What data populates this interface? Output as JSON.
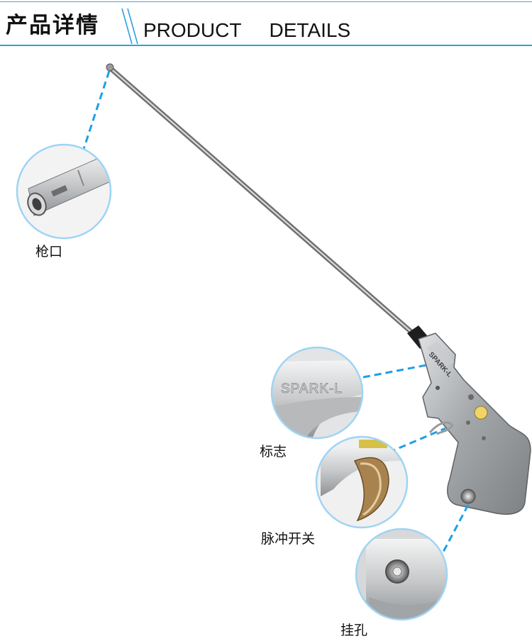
{
  "header": {
    "title_cn": "产品详情",
    "title_en": "PRODUCT  DETAILS"
  },
  "product": {
    "brand_mark": "SPARK-L"
  },
  "callouts": [
    {
      "label": "枪口"
    },
    {
      "label": "标志"
    },
    {
      "label": "脉冲开关"
    },
    {
      "label": "挂孔"
    }
  ],
  "colors": {
    "accent": "#2f9fe3",
    "dash": "#1ea0e8",
    "circle_border": "#9fd4f3"
  }
}
